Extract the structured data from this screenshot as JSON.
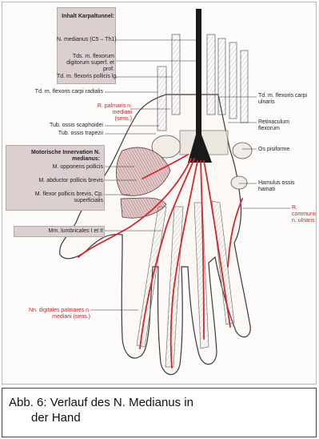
{
  "figure": {
    "panel_top": {
      "title": "Inhalt Karpaltunnel:",
      "items": [
        "N. medianus (C5 – Th1)",
        "Tds. m. flexorum digitorum superf. et prof.",
        "Td. m. flexoris pollicis lg."
      ]
    },
    "panel_left": {
      "title": "Motorische Innervation N. medianus:",
      "items": [
        "M. opponens pollicis",
        "M. abductor pollicis brevis",
        "M. flexor pollicis brevis, Cp. superficialis"
      ]
    },
    "labels_left": {
      "flexor_carpi_radialis": "Td. m. flexoris carpi radialis",
      "r_palmaris": "R. palmaris n. mediani (sens.)",
      "tub_scaphoidei": "Tub. ossis scaphoidei",
      "tub_trapezii": "Tub. ossis trapezii",
      "lumbricales": "Mm. lumbricales I et II",
      "digitales": "Nn. digitales palmares n. mediani (sens.)"
    },
    "labels_right": {
      "flexor_carpi_ulnaris": "Td. m. flexoris carpi ulnaris",
      "retinaculum": "Retinaculum flexorum",
      "pisiforme": "Os pisiforme",
      "hamulus": "Hamulus ossis hamati",
      "r_communicans": "R. communicans n. ulnaris"
    }
  },
  "caption": {
    "line1": "Abb. 6: Verlauf des N. Medianus in",
    "line2": "der Hand"
  },
  "colors": {
    "nerve_red": "#d8262c",
    "panel_fill": "#dccfd0",
    "median_nerve": "#1a1a1a"
  }
}
